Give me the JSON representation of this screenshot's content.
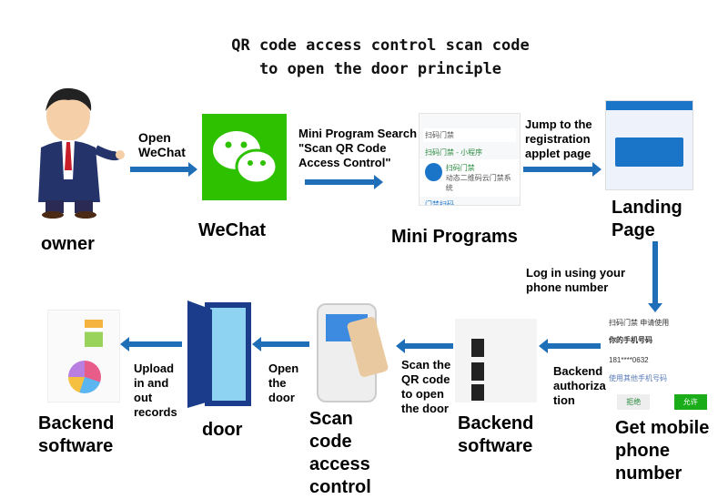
{
  "title": {
    "line1": "QR code access control scan code",
    "line2": "to open the door principle"
  },
  "steps": {
    "owner": "owner",
    "open_wechat": "Open WeChat",
    "wechat": "WeChat",
    "search_note": "Mini Program Search \"Scan QR Code Access Control\"",
    "mini_programs": "Mini Programs",
    "jump_note": "Jump to the registration applet page",
    "landing_page": "Landing Page",
    "login_note": "Log in using your phone number",
    "get_phone": "Get mobile phone number",
    "auth_note": "Backend authoriza tion",
    "backend_software": "Backend software",
    "scan_note": "Scan the QR code to open the door",
    "scan_device": "Scan code access control",
    "open_door_note": "Open the door",
    "door": "door",
    "upload_note": "Upload in and out records",
    "backend_software2": "Backend software"
  },
  "mini_shot": {
    "search": "扫码门禁",
    "section": "扫码门禁 - 小程序",
    "app_name": "扫码门禁",
    "app_desc": "动态二维码云门禁系统",
    "app2": "门禁扫码"
  },
  "phone_shot": {
    "header": "扫码门禁 申请使用",
    "prompt": "你的手机号码",
    "number": "181****0632",
    "other": "使用其他手机号码",
    "reject": "拒绝",
    "allow": "允许"
  },
  "colors": {
    "arrow": "#1f6fb8",
    "wechat": "#2dc100"
  }
}
